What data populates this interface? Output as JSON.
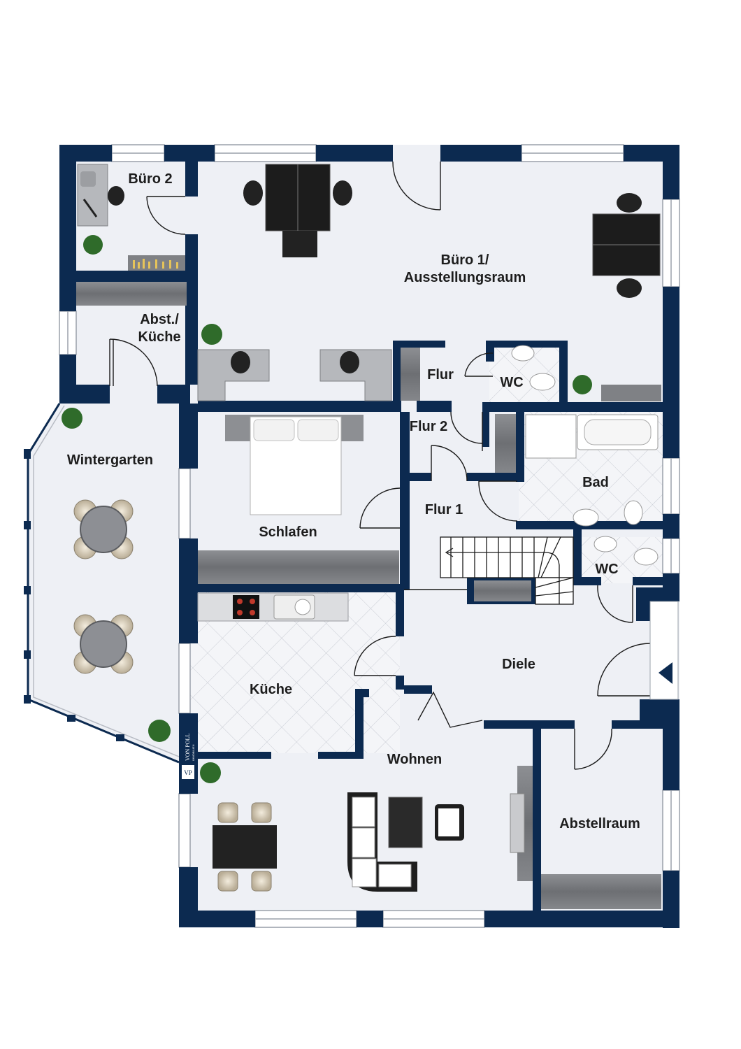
{
  "floorplan": {
    "rooms": {
      "buero1": "Büro 1/\nAusstellungsraum",
      "buero2": "Büro 2",
      "abstellkueche": "Abst./\nKüche",
      "wintergarten": "Wintergarten",
      "schlafen": "Schlafen",
      "kueche": "Küche",
      "flur": "Flur",
      "flur2": "Flur 2",
      "flur1": "Flur 1",
      "wc_upper": "WC",
      "bad": "Bad",
      "wc_lower": "WC",
      "diele": "Diele",
      "wohnen": "Wohnen",
      "abstellraum": "Abstellraum"
    },
    "logo": {
      "monogram": "VP",
      "name": "VON POLL",
      "subline": "IMMOBILIEN"
    },
    "colors": {
      "wall": "#0c2a50",
      "floor": "#eef0f5",
      "tile_lines": "#c8cbd3",
      "furniture_dark": "#222222",
      "worktop": "#7d7f83"
    }
  }
}
